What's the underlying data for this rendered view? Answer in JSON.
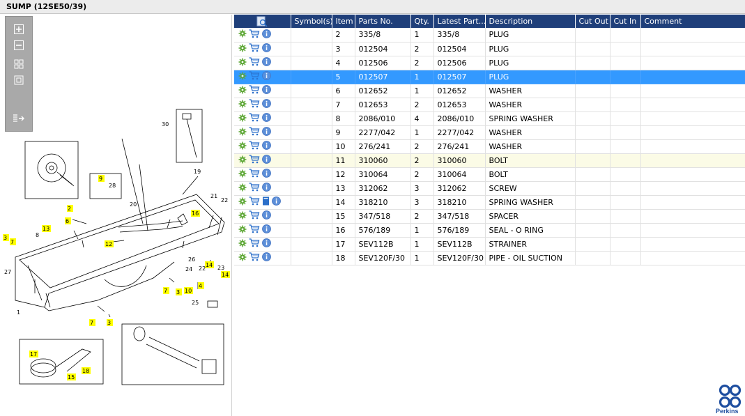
{
  "window": {
    "title": "SUMP (12SE50/39)"
  },
  "toolbar": {
    "buttons": [
      {
        "name": "zoom-in-icon"
      },
      {
        "name": "zoom-out-icon"
      },
      {
        "name": "fit-page-icon"
      },
      {
        "name": "actual-size-icon"
      },
      {
        "name": "export-icon"
      }
    ]
  },
  "diagram": {
    "callouts": [
      "2",
      "6",
      "13",
      "8",
      "3",
      "7",
      "12",
      "27",
      "1",
      "9",
      "28",
      "30",
      "19",
      "20",
      "16",
      "21",
      "22",
      "26",
      "14",
      "23",
      "22",
      "24",
      "7",
      "3",
      "10",
      "4",
      "14",
      "25",
      "7",
      "3",
      "17",
      "15",
      "18"
    ]
  },
  "table": {
    "headers": [
      "",
      "Symbol(s)",
      "Item",
      "Parts No.",
      "Qty.",
      "Latest Part...",
      "Description",
      "Cut Out",
      "Cut In",
      "Comment"
    ],
    "rows": [
      {
        "item": "2",
        "part": "335/8",
        "qty": "1",
        "latest": "335/8",
        "desc": "PLUG"
      },
      {
        "item": "3",
        "part": "012504",
        "qty": "2",
        "latest": "012504",
        "desc": "PLUG"
      },
      {
        "item": "4",
        "part": "012506",
        "qty": "2",
        "latest": "012506",
        "desc": "PLUG"
      },
      {
        "item": "5",
        "part": "012507",
        "qty": "1",
        "latest": "012507",
        "desc": "PLUG"
      },
      {
        "item": "6",
        "part": "012652",
        "qty": "1",
        "latest": "012652",
        "desc": "WASHER"
      },
      {
        "item": "7",
        "part": "012653",
        "qty": "2",
        "latest": "012653",
        "desc": "WASHER"
      },
      {
        "item": "8",
        "part": "2086/010",
        "qty": "4",
        "latest": "2086/010",
        "desc": "SPRING WASHER"
      },
      {
        "item": "9",
        "part": "2277/042",
        "qty": "1",
        "latest": "2277/042",
        "desc": "WASHER"
      },
      {
        "item": "10",
        "part": "276/241",
        "qty": "2",
        "latest": "276/241",
        "desc": "WASHER"
      },
      {
        "item": "11",
        "part": "310060",
        "qty": "2",
        "latest": "310060",
        "desc": "BOLT"
      },
      {
        "item": "12",
        "part": "310064",
        "qty": "2",
        "latest": "310064",
        "desc": "BOLT"
      },
      {
        "item": "13",
        "part": "312062",
        "qty": "3",
        "latest": "312062",
        "desc": "SCREW"
      },
      {
        "item": "14",
        "part": "318210",
        "qty": "3",
        "latest": "318210",
        "desc": "SPRING WASHER"
      },
      {
        "item": "15",
        "part": "347/518",
        "qty": "2",
        "latest": "347/518",
        "desc": "SPACER"
      },
      {
        "item": "16",
        "part": "576/189",
        "qty": "1",
        "latest": "576/189",
        "desc": "SEAL - O RING"
      },
      {
        "item": "17",
        "part": "SEV112B",
        "qty": "1",
        "latest": "SEV112B",
        "desc": "STRAINER"
      },
      {
        "item": "18",
        "part": "SEV120F/30",
        "qty": "1",
        "latest": "SEV120F/30",
        "desc": "PIPE - OIL SUCTION"
      }
    ],
    "selected_item": "5",
    "hover_item": "11",
    "book_icon_item": "14"
  },
  "brand": {
    "name": "Perkins",
    "color": "#1f4fa0"
  },
  "colors": {
    "header": "#1f3f7a",
    "selected": "#3399ff",
    "hover": "#fbfbe6",
    "callout": "#ffff00"
  }
}
